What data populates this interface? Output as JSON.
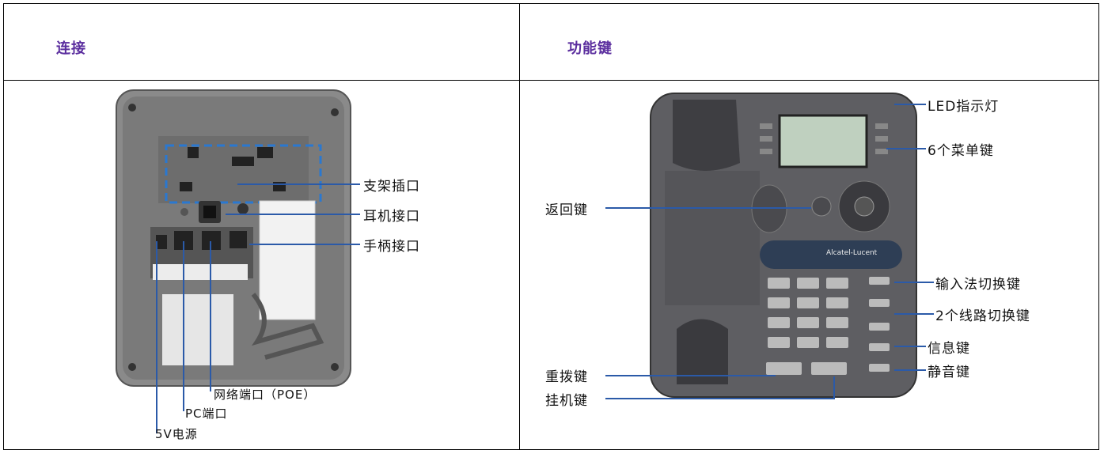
{
  "headers": {
    "left": "连接",
    "right": "功能键"
  },
  "left_labels": {
    "stand": "支架插口",
    "headset": "耳机接口",
    "handset": "手柄接口",
    "network": "网络端口（POE）",
    "pc": "PC端口",
    "power": "5V电源"
  },
  "right_labels": {
    "led": "LED指示灯",
    "menu": "6个菜单键",
    "back": "返回键",
    "ime": "输入法切换键",
    "line": "2个线路切换键",
    "msg": "信息键",
    "mute": "静音键",
    "redial": "重拨键",
    "hangup": "挂机键"
  },
  "phone_brand": "Alcatel-Lucent",
  "accent_color": "#5a2d9e",
  "wire_color": "#2b5aa8"
}
